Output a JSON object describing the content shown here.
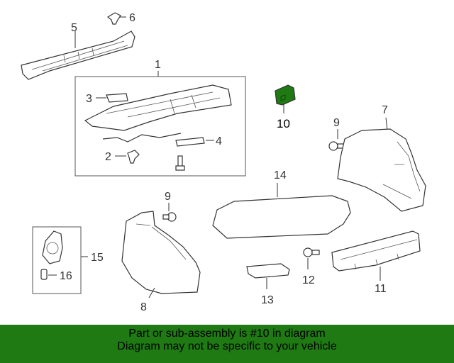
{
  "callouts": {
    "c1": "1",
    "c2": "2",
    "c3": "3",
    "c4": "4",
    "c5": "5",
    "c6": "6",
    "c7": "7",
    "c8": "8",
    "c9a": "9",
    "c9b": "9",
    "c10": "10",
    "c11": "11",
    "c12": "12",
    "c13": "13",
    "c14": "14",
    "c15": "15",
    "c16": "16"
  },
  "highlight_part": "10",
  "colors": {
    "highlight": "#1f7a14",
    "banner": "#1f7a14",
    "line": "#333333"
  },
  "banner": {
    "line1": "Part or sub-assembly is #10 in diagram",
    "line2": "Diagram may not be specific to your vehicle"
  }
}
